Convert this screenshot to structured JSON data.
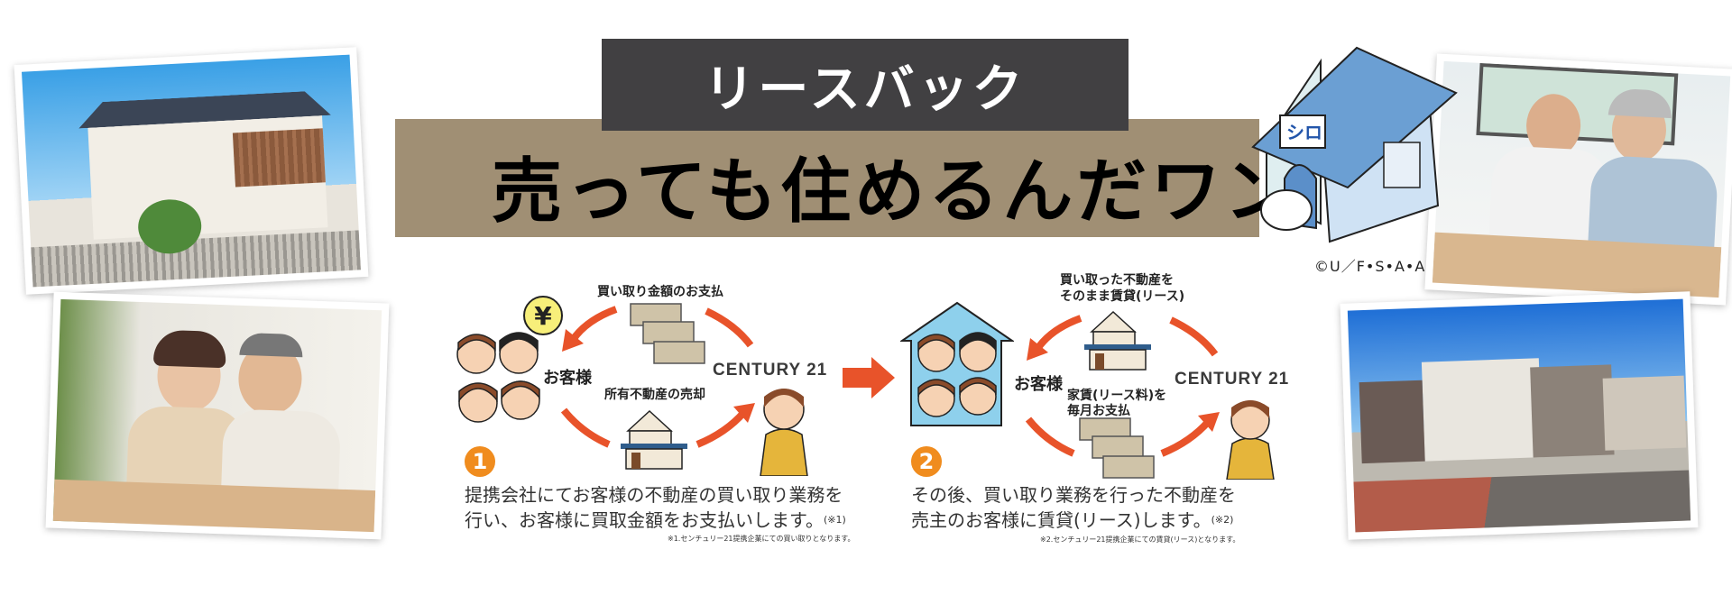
{
  "header": {
    "tag": "リースバック",
    "title": "売っても住めるんだワン",
    "doghouse_sign": "シロ",
    "copyright": "©U／F•S•A•A"
  },
  "colors": {
    "dark": "#414042",
    "tan": "#a08f74",
    "orange": "#e8532a",
    "badge": "#f08c1e",
    "houseblue": "#8ed0ec"
  },
  "step1": {
    "number": "1",
    "payment_label": "買い取り金額のお支払",
    "sale_label": "所有不動産の売却",
    "customer": "お客様",
    "company": "CENTURY 21",
    "yen": "¥",
    "desc_line1": "提携会社にてお客様の不動産の買い取り業務を",
    "desc_line2": "行い、お客様に買取金額をお支払いします。",
    "desc_ref": "(※1)",
    "note": "※1.センチュリー21提携企業にての買い取りとなります。"
  },
  "step2": {
    "number": "2",
    "lease_label_1": "買い取った不動産を",
    "lease_label_2": "そのまま賃貸(リース)",
    "rent_label_1": "家賃(リース料)を",
    "rent_label_2": "毎月お支払",
    "customer": "お客様",
    "company": "CENTURY 21",
    "desc_line1": "その後、買い取り業務を行った不動産を",
    "desc_line2": "売主のお客様に賃貸(リース)します。",
    "desc_ref": "(※2)",
    "note": "※2.センチュリー21提携企業にての賃貸(リース)となります。"
  }
}
